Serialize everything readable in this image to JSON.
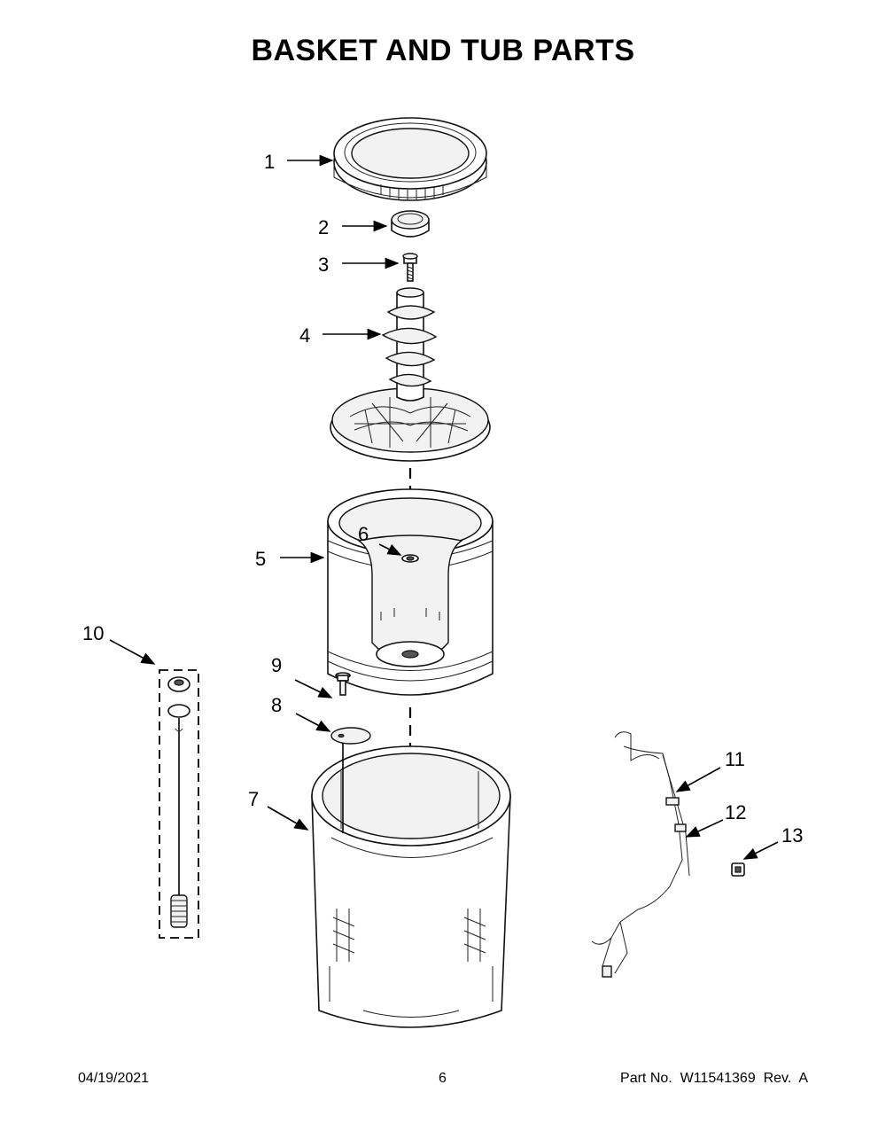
{
  "title": "BASKET AND TUB PARTS",
  "callouts": [
    "1",
    "2",
    "3",
    "4",
    "5",
    "6",
    "7",
    "8",
    "9",
    "10",
    "11",
    "12",
    "13"
  ],
  "footer": {
    "date": "04/19/2021",
    "page": "6",
    "part_number": "Part No.  W11541369  Rev.  A"
  }
}
